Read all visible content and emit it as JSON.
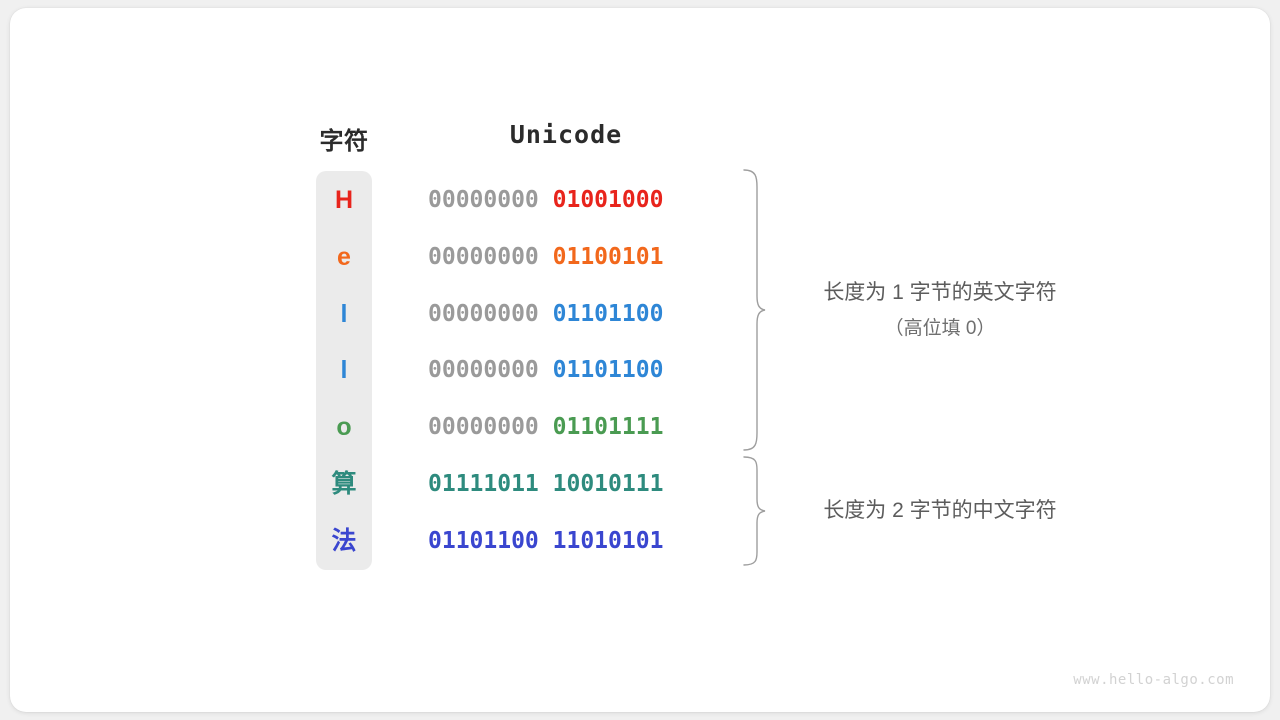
{
  "figure": {
    "headers": {
      "char_label": "字符",
      "unicode_label": "Unicode"
    },
    "rows": [
      {
        "char": "H",
        "char_color": "#E8241C",
        "high_byte": "00000000",
        "low_byte": "01001000",
        "bits_color": "#E8241C"
      },
      {
        "char": "e",
        "char_color": "#F2681C",
        "high_byte": "00000000",
        "low_byte": "01100101",
        "bits_color": "#F2681C"
      },
      {
        "char": "l",
        "char_color": "#2E86D6",
        "high_byte": "00000000",
        "low_byte": "01101100",
        "bits_color": "#2E86D6"
      },
      {
        "char": "l",
        "char_color": "#2E86D6",
        "high_byte": "00000000",
        "low_byte": "01101100",
        "bits_color": "#2E86D6"
      },
      {
        "char": "o",
        "char_color": "#4A9B52",
        "high_byte": "00000000",
        "low_byte": "01101111",
        "bits_color": "#4A9B52"
      },
      {
        "char": "算",
        "char_color": "#2E8B7E",
        "high_byte": "01111011",
        "low_byte": "10010111",
        "bits_color": "#2E8B7E"
      },
      {
        "char": "法",
        "char_color": "#3A46CF",
        "high_byte": "01101100",
        "low_byte": "11010101",
        "bits_color": "#3A46CF"
      }
    ],
    "annotations": [
      {
        "main": "长度为 1 字节的英文字符",
        "sub": "（高位填 0）"
      },
      {
        "main": "长度为 2 字节的中文字符",
        "sub": ""
      }
    ],
    "watermark": "www.hello-algo.com",
    "colors": {
      "background": "#f0f0f0",
      "card": "#ffffff",
      "char_panel": "#ebebeb",
      "high_byte_gray": "#9a9a9a",
      "brace_gray": "#9e9e9e",
      "annotation_text": "#5c5c5c",
      "header_text": "#2b2b2b",
      "watermark_text": "#d2d2d2"
    }
  },
  "chart_data": {
    "type": "table",
    "title": "Unicode 编码示意",
    "columns": [
      "字符",
      "Unicode"
    ],
    "rows": [
      [
        "H",
        "00000000 01001000"
      ],
      [
        "e",
        "00000000 01100101"
      ],
      [
        "l",
        "00000000 01101100"
      ],
      [
        "l",
        "00000000 01101100"
      ],
      [
        "o",
        "00000000 01101111"
      ],
      [
        "算",
        "01111011 10010111"
      ],
      [
        "法",
        "01101100 11010101"
      ]
    ],
    "groups": [
      {
        "label": "长度为 1 字节的英文字符（高位填 0）",
        "row_start": 0,
        "row_end": 4
      },
      {
        "label": "长度为 2 字节的中文字符",
        "row_start": 5,
        "row_end": 6
      }
    ]
  }
}
